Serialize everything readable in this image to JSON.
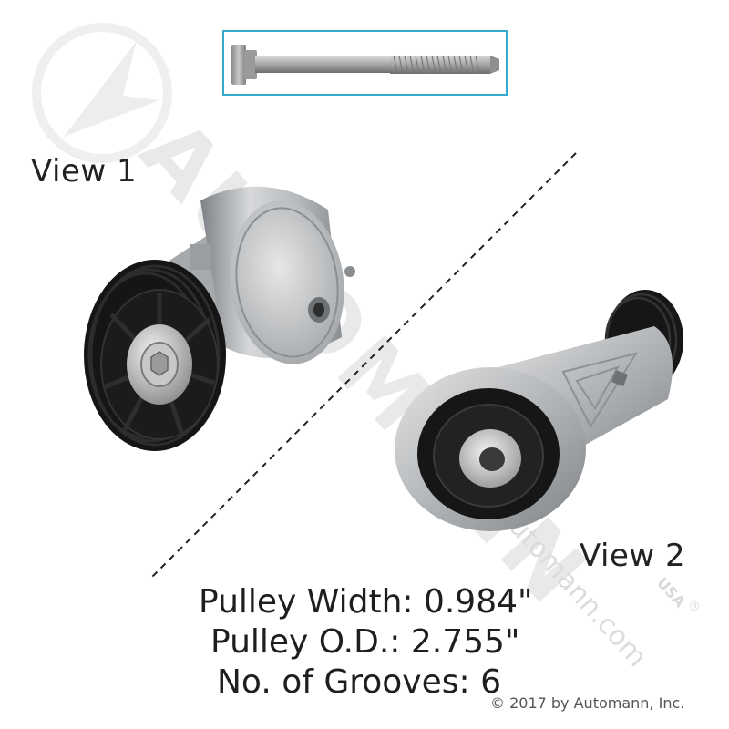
{
  "labels": {
    "view1": "View 1",
    "view2": "View 2"
  },
  "specs": [
    "Pulley Width: 0.984\"",
    "Pulley O.D.: 2.755\"",
    "No. of Grooves: 6"
  ],
  "watermark": {
    "brand": "AUTOMANN",
    "url": "automann.com",
    "suffix": "USA",
    "registered": "®"
  },
  "copyright": "© 2017 by Automann, Inc.",
  "colors": {
    "frame": "#36a9cf",
    "metal": "#b9bcbf",
    "rubber": "#141414",
    "watermark": "#e6e6e6"
  },
  "icons": [
    "bolt-image",
    "tensioner-view1-image",
    "tensioner-view2-image",
    "automann-logo-watermark"
  ]
}
